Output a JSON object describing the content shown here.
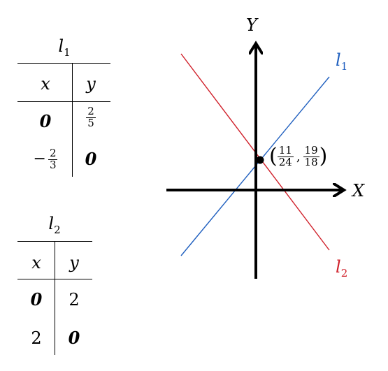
{
  "tables": [
    {
      "title_letter": "l",
      "title_sub": "1",
      "header_x": "x",
      "header_y": "y",
      "rows": [
        {
          "x": "0",
          "y_num": "2",
          "y_den": "5"
        },
        {
          "x_sign": "−",
          "x_num": "2",
          "x_den": "3",
          "y": "0"
        }
      ]
    },
    {
      "title_letter": "l",
      "title_sub": "2",
      "header_x": "x",
      "header_y": "y",
      "rows": [
        {
          "x": "0",
          "y": "2"
        },
        {
          "x": "2",
          "y": "0"
        }
      ]
    }
  ],
  "graph": {
    "x_axis_label": "X",
    "y_axis_label": "Y",
    "line1": {
      "label_letter": "l",
      "label_sub": "1",
      "color": "#1f5fbf"
    },
    "line2": {
      "label_letter": "l",
      "label_sub": "2",
      "color": "#d0202a"
    },
    "intersection": {
      "x_num": "11",
      "x_den": "24",
      "y_num": "19",
      "y_den": "18",
      "open_paren": "(",
      "close_paren": ")",
      "comma": ","
    }
  }
}
